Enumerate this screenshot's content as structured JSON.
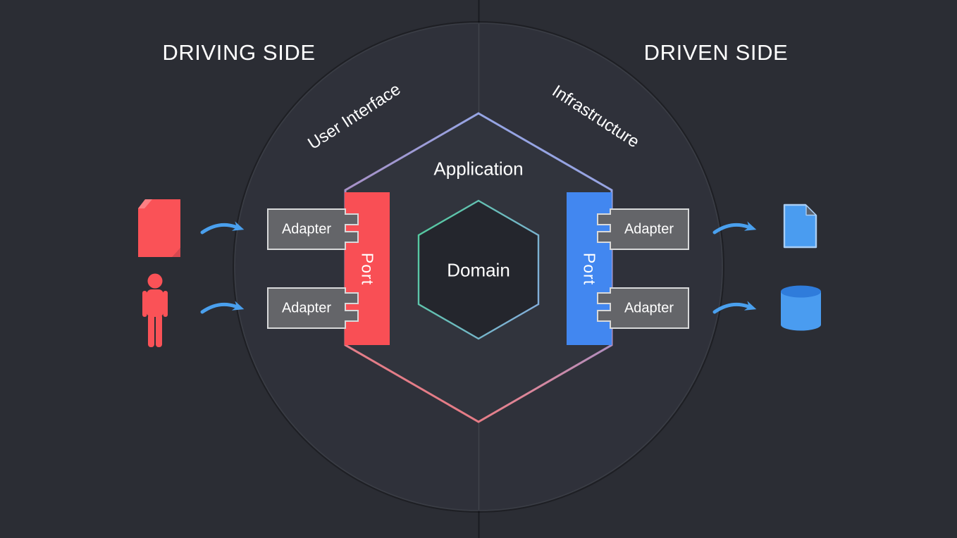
{
  "titles": {
    "driving": "DRIVING SIDE",
    "driven": "DRIVEN SIDE"
  },
  "arc_labels": {
    "left": "User Interface",
    "right": "Infrastructure"
  },
  "hexagon": {
    "outer": "Application",
    "inner": "Domain"
  },
  "ports": {
    "left": "Port",
    "right": "Port"
  },
  "adapters": {
    "left_top": "Adapter",
    "left_bottom": "Adapter",
    "right_top": "Adapter",
    "right_bottom": "Adapter"
  },
  "icons": {
    "left_top": "cube-icon",
    "left_bottom": "person-icon",
    "right_top": "document-icon",
    "right_bottom": "database-icon"
  },
  "colors": {
    "background": "#2b2d34",
    "circle_fill": "#2f313a",
    "circle_stroke": "#3a3d45",
    "divider_dark": "#1a1c21",
    "divider_light": "#41444c",
    "application_fill": "#31343d",
    "domain_fill": "#24262d",
    "hex_top": "#92a9ea",
    "hex_mid1": "#a98fc4",
    "hex_mid2": "#dd8699",
    "hex_bottom": "#ea767b",
    "domain_grad_left": "#55c9a0",
    "domain_grad_right": "#83aedb",
    "port_red": "#f94f55",
    "port_blue": "#4287f0",
    "adapter_fill": "#646569",
    "adapter_border": "#d8d9da",
    "arrow_blue": "#4aa0ee",
    "actor_red": "#fa5257",
    "actor_red_light": "#fc8084",
    "actor_red_dark": "#d64850",
    "driven_blue": "#4a9cf0",
    "driven_blue_dark": "#2f7cdb",
    "driven_blue_border": "#a9cdf3",
    "fold_dark": "#5a626e",
    "text": "#ffffff"
  }
}
